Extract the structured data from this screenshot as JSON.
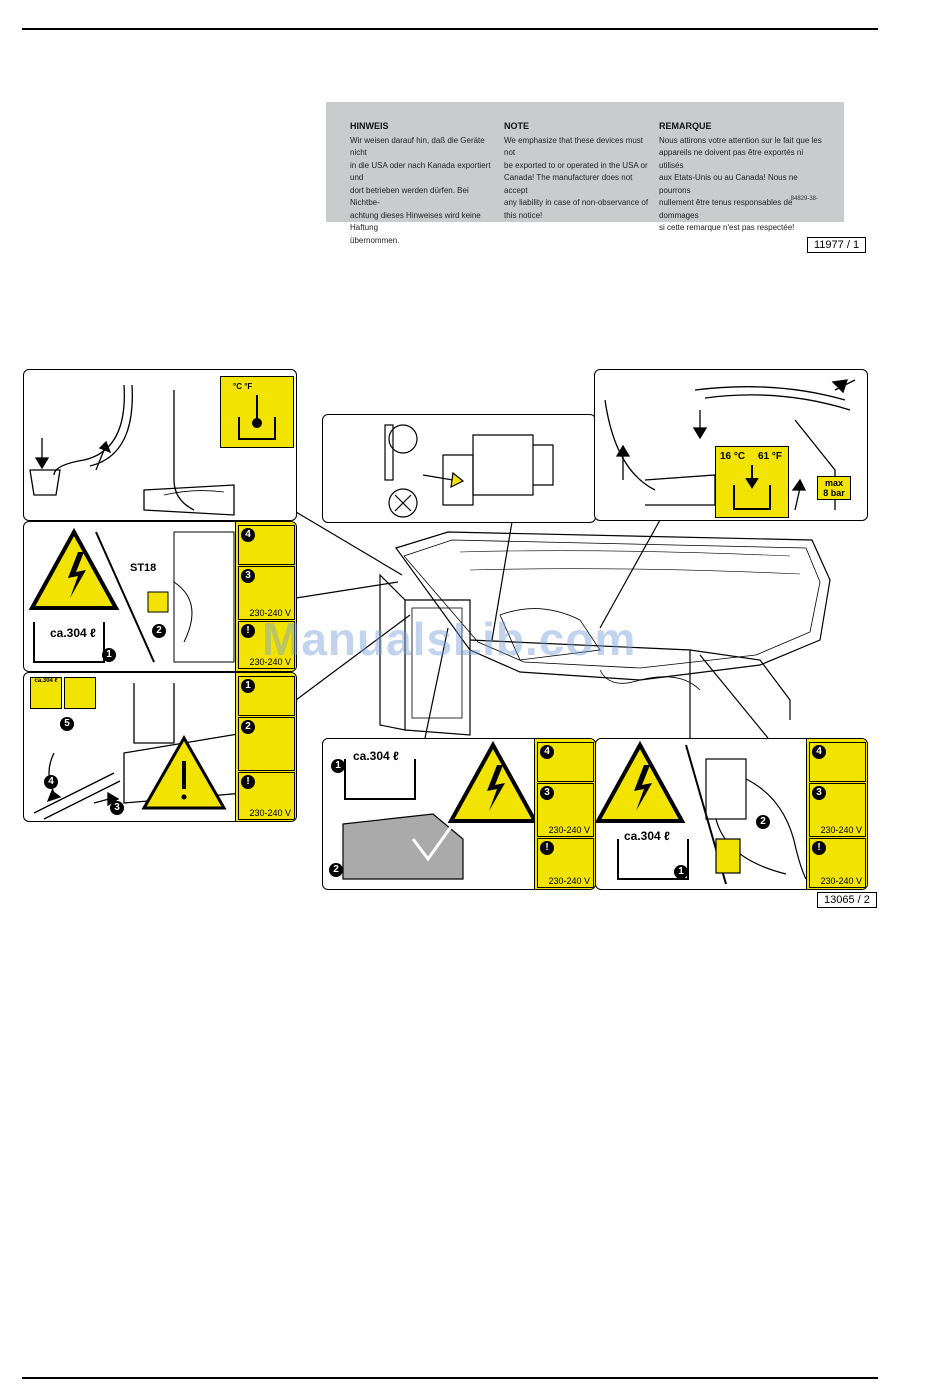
{
  "notice": {
    "hinweis": {
      "heading": "HINWEIS",
      "lines": [
        "Wir weisen darauf hin, daß die Geräte nicht",
        "in die USA oder nach Kanada exportiert und",
        "dort betrieben werden dürfen. Bei Nichtbe-",
        "achtung dieses Hinweises wird keine Haftung",
        "übernommen."
      ]
    },
    "note": {
      "heading": "NOTE",
      "lines": [
        "We emphasize that these devices must not",
        "be exported to or operated in the USA or",
        "Canada! The manufacturer does not accept",
        "any liability in case of non-observance of",
        "this notice!"
      ]
    },
    "remarque": {
      "heading": "REMARQUE",
      "lines": [
        "Nous attirons votre attention sur le fait que les",
        "appareils ne doivent pas être exportés ni utilisés",
        "aux Etats-Unis ou au Canada! Nous ne pourrons",
        "nullement être tenus responsables de dommages",
        "si cette remarque n'est pas respectée!"
      ]
    },
    "code": "84829-38-"
  },
  "figure1_label": "11977 / 1",
  "figure2_label": "13065 / 2",
  "panels": {
    "st_label": "ST18",
    "volume": "ca.304",
    "volume_unit": "ℓ",
    "voltage": "230-240 V",
    "temp_c": "16 °C",
    "temp_f": "61 °F",
    "temp_units": "°C  °F",
    "max_bar_line1": "max",
    "max_bar_line2": "8 bar",
    "mini_volume": "ca.304 ℓ"
  },
  "steps": [
    "1",
    "2",
    "3",
    "4",
    "5"
  ],
  "watermark": "ManualsLib.com",
  "colors": {
    "warning_yellow": "#f2e300",
    "notice_grey": "#c9cbcd"
  }
}
